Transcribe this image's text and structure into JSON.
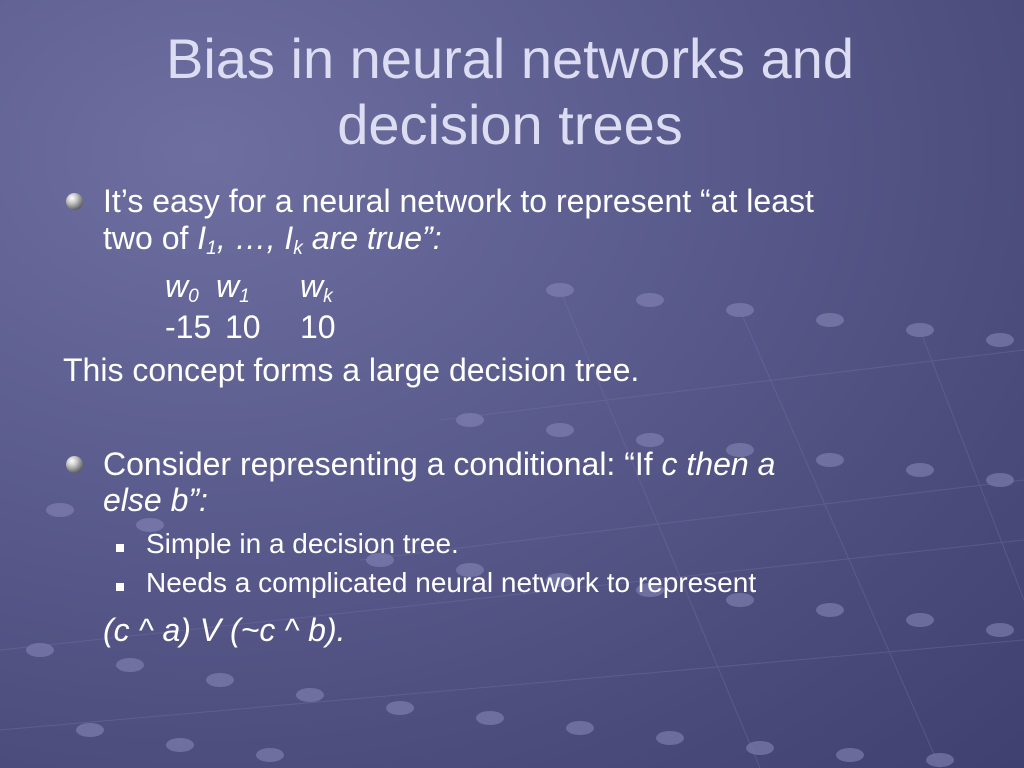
{
  "slide": {
    "title": "Bias in neural networks and decision trees",
    "bullet1": {
      "line1": "It’s easy for a neural network to represent “at least",
      "line2_prefix": "two of ",
      "I1": "I",
      "I1_sub": "1",
      "sep": ", …, ",
      "Ik": "I",
      "Ik_sub": "k",
      "suffix": " are true”:",
      "weights": {
        "w0": "w",
        "w0_sub": "0",
        "w1": "w",
        "w1_sub": "1",
        "wk": "w",
        "wk_sub": "k",
        "v0": "-15",
        "v1": "10",
        "vk": "10"
      }
    },
    "note": "This concept forms a large decision tree.",
    "bullet2": {
      "line1_plain": "Consider representing a conditional: “If ",
      "line1_italic": "c then a",
      "line2_italic": "else b”:",
      "sub_items": [
        "Simple in a decision tree.",
        "Needs a complicated neural network to represent"
      ],
      "formula": "(c ^ a) V  (~c ^ b)."
    }
  }
}
